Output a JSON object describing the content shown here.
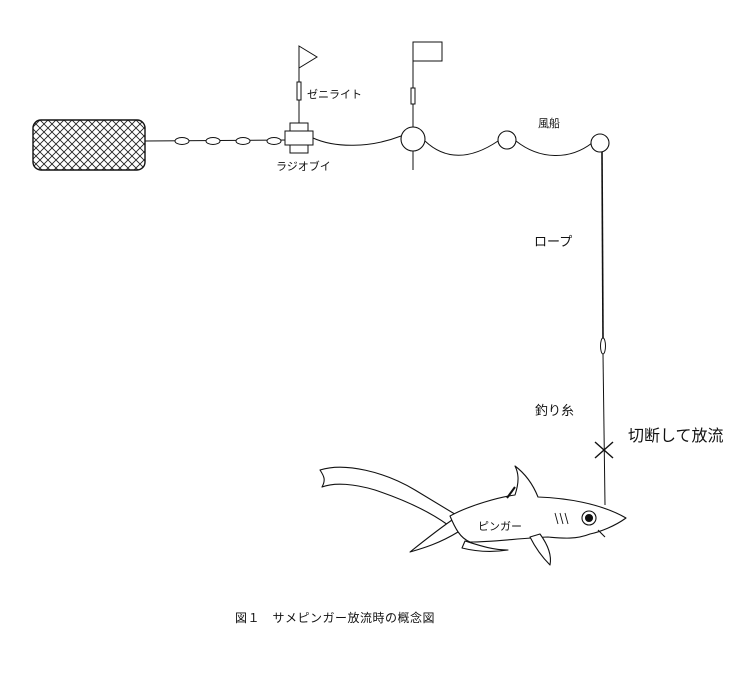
{
  "diagram": {
    "labels": {
      "zenilite": "ゼニライト",
      "radio_buoy": "ラジオブイ",
      "balloon": "風船",
      "rope": "ロープ",
      "fishing_line": "釣り糸",
      "cut_release": "切断して放流",
      "shark": "ピンガー"
    },
    "caption": "図１　サメピンガー放流時の概念図"
  }
}
